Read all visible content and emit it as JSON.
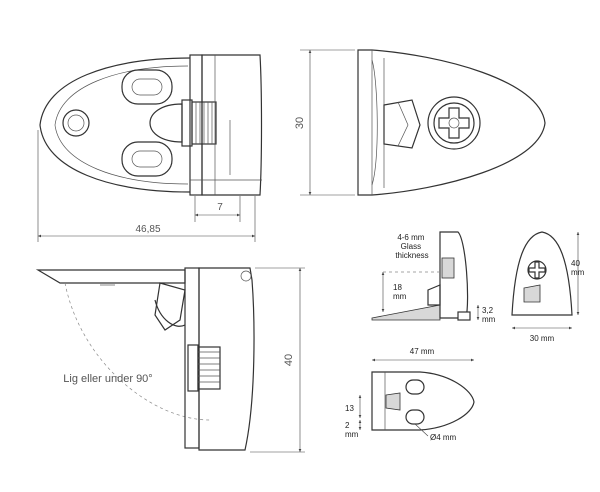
{
  "drawing": {
    "dimensions": {
      "top_width": "46,85",
      "slot_offset": "7",
      "side_height": "30",
      "side_height_large": "40",
      "angle_note": "Lig eller under 90°"
    },
    "small_views": {
      "glass_thickness": "4-6 mm\nGlass\nthickness",
      "gap_18": "18\nmm",
      "gap_3_2": "3,2\nmm",
      "height_40": "40\nmm",
      "width_30": "30 mm",
      "length_47": "47 mm",
      "h13": "13",
      "h2": "2\nmm",
      "hole_diameter": "Ø4 mm"
    }
  }
}
